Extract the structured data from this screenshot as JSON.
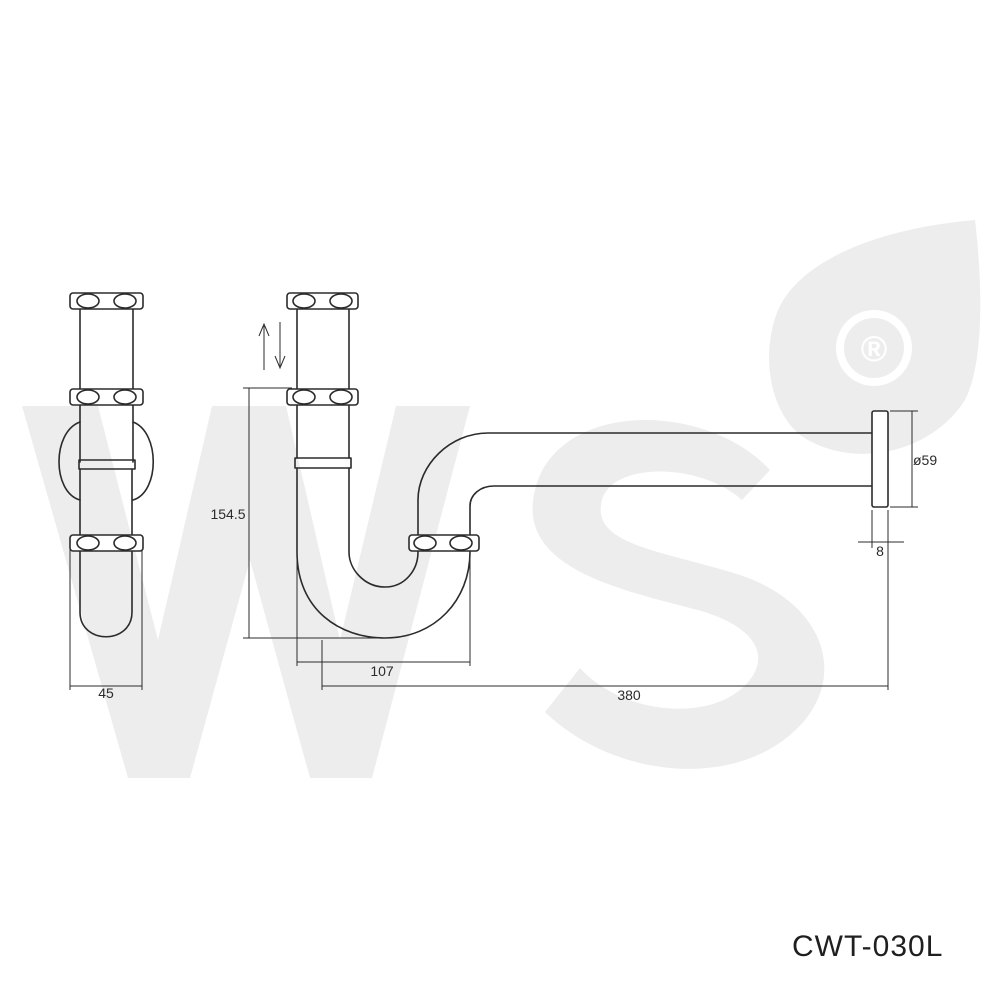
{
  "product": {
    "model_code": "CWT-030L"
  },
  "watermark": {
    "registered_mark": "®",
    "logo_text": "WS"
  },
  "dimensions": {
    "side_width": "45",
    "trap_height": "154.5",
    "trap_depth": "107",
    "overall_length": "380",
    "flange_diameter": "ø59",
    "flange_thickness": "8"
  },
  "colors": {
    "line": "#2b2b2b",
    "watermark": "#ededed",
    "background": "#ffffff"
  }
}
